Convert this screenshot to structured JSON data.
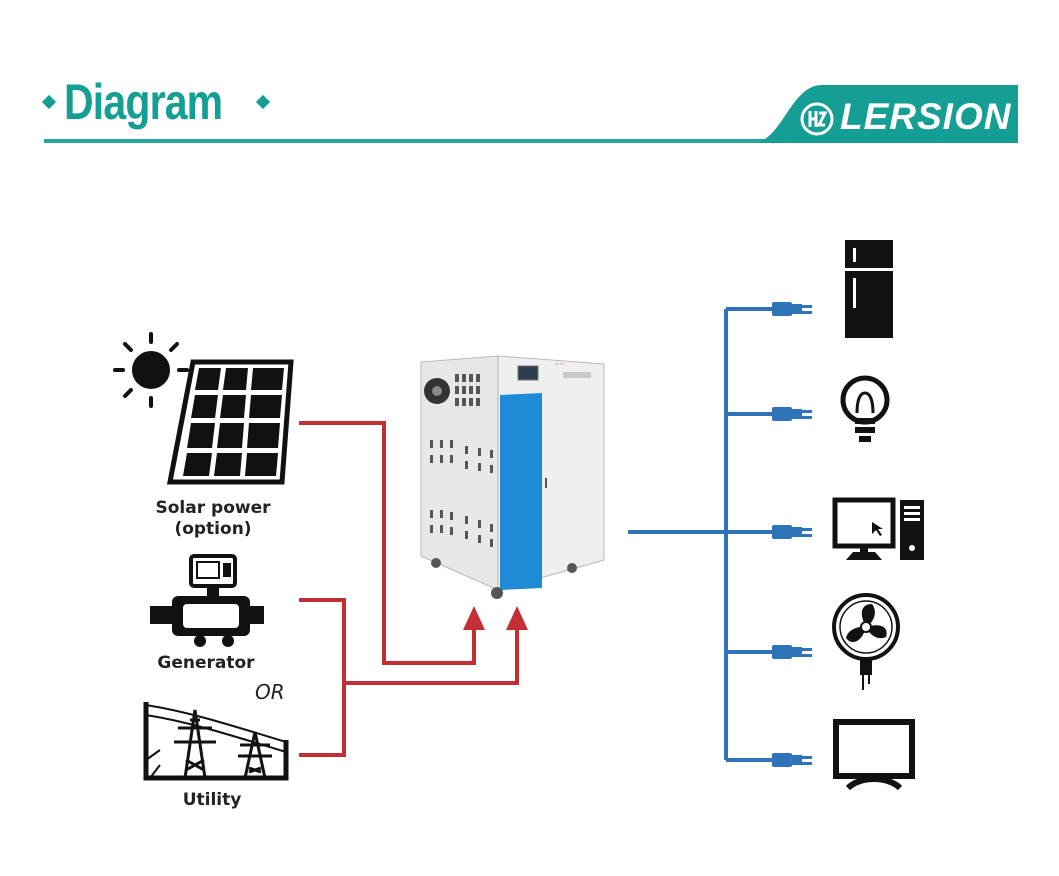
{
  "header": {
    "title": "Diagram",
    "brand": "LERSION",
    "accent_color": "#159e93"
  },
  "sources": {
    "solar_label_line1": "Solar power",
    "solar_label_line2": "(option)",
    "generator_label": "Generator",
    "or_label": "OR",
    "utility_label": "Utility"
  },
  "line_colors": {
    "input": "#c42e35",
    "output": "#2f73b8"
  },
  "appliances": [
    "refrigerator-icon",
    "light-bulb-icon",
    "computer-icon",
    "fan-icon",
    "tv-icon"
  ]
}
